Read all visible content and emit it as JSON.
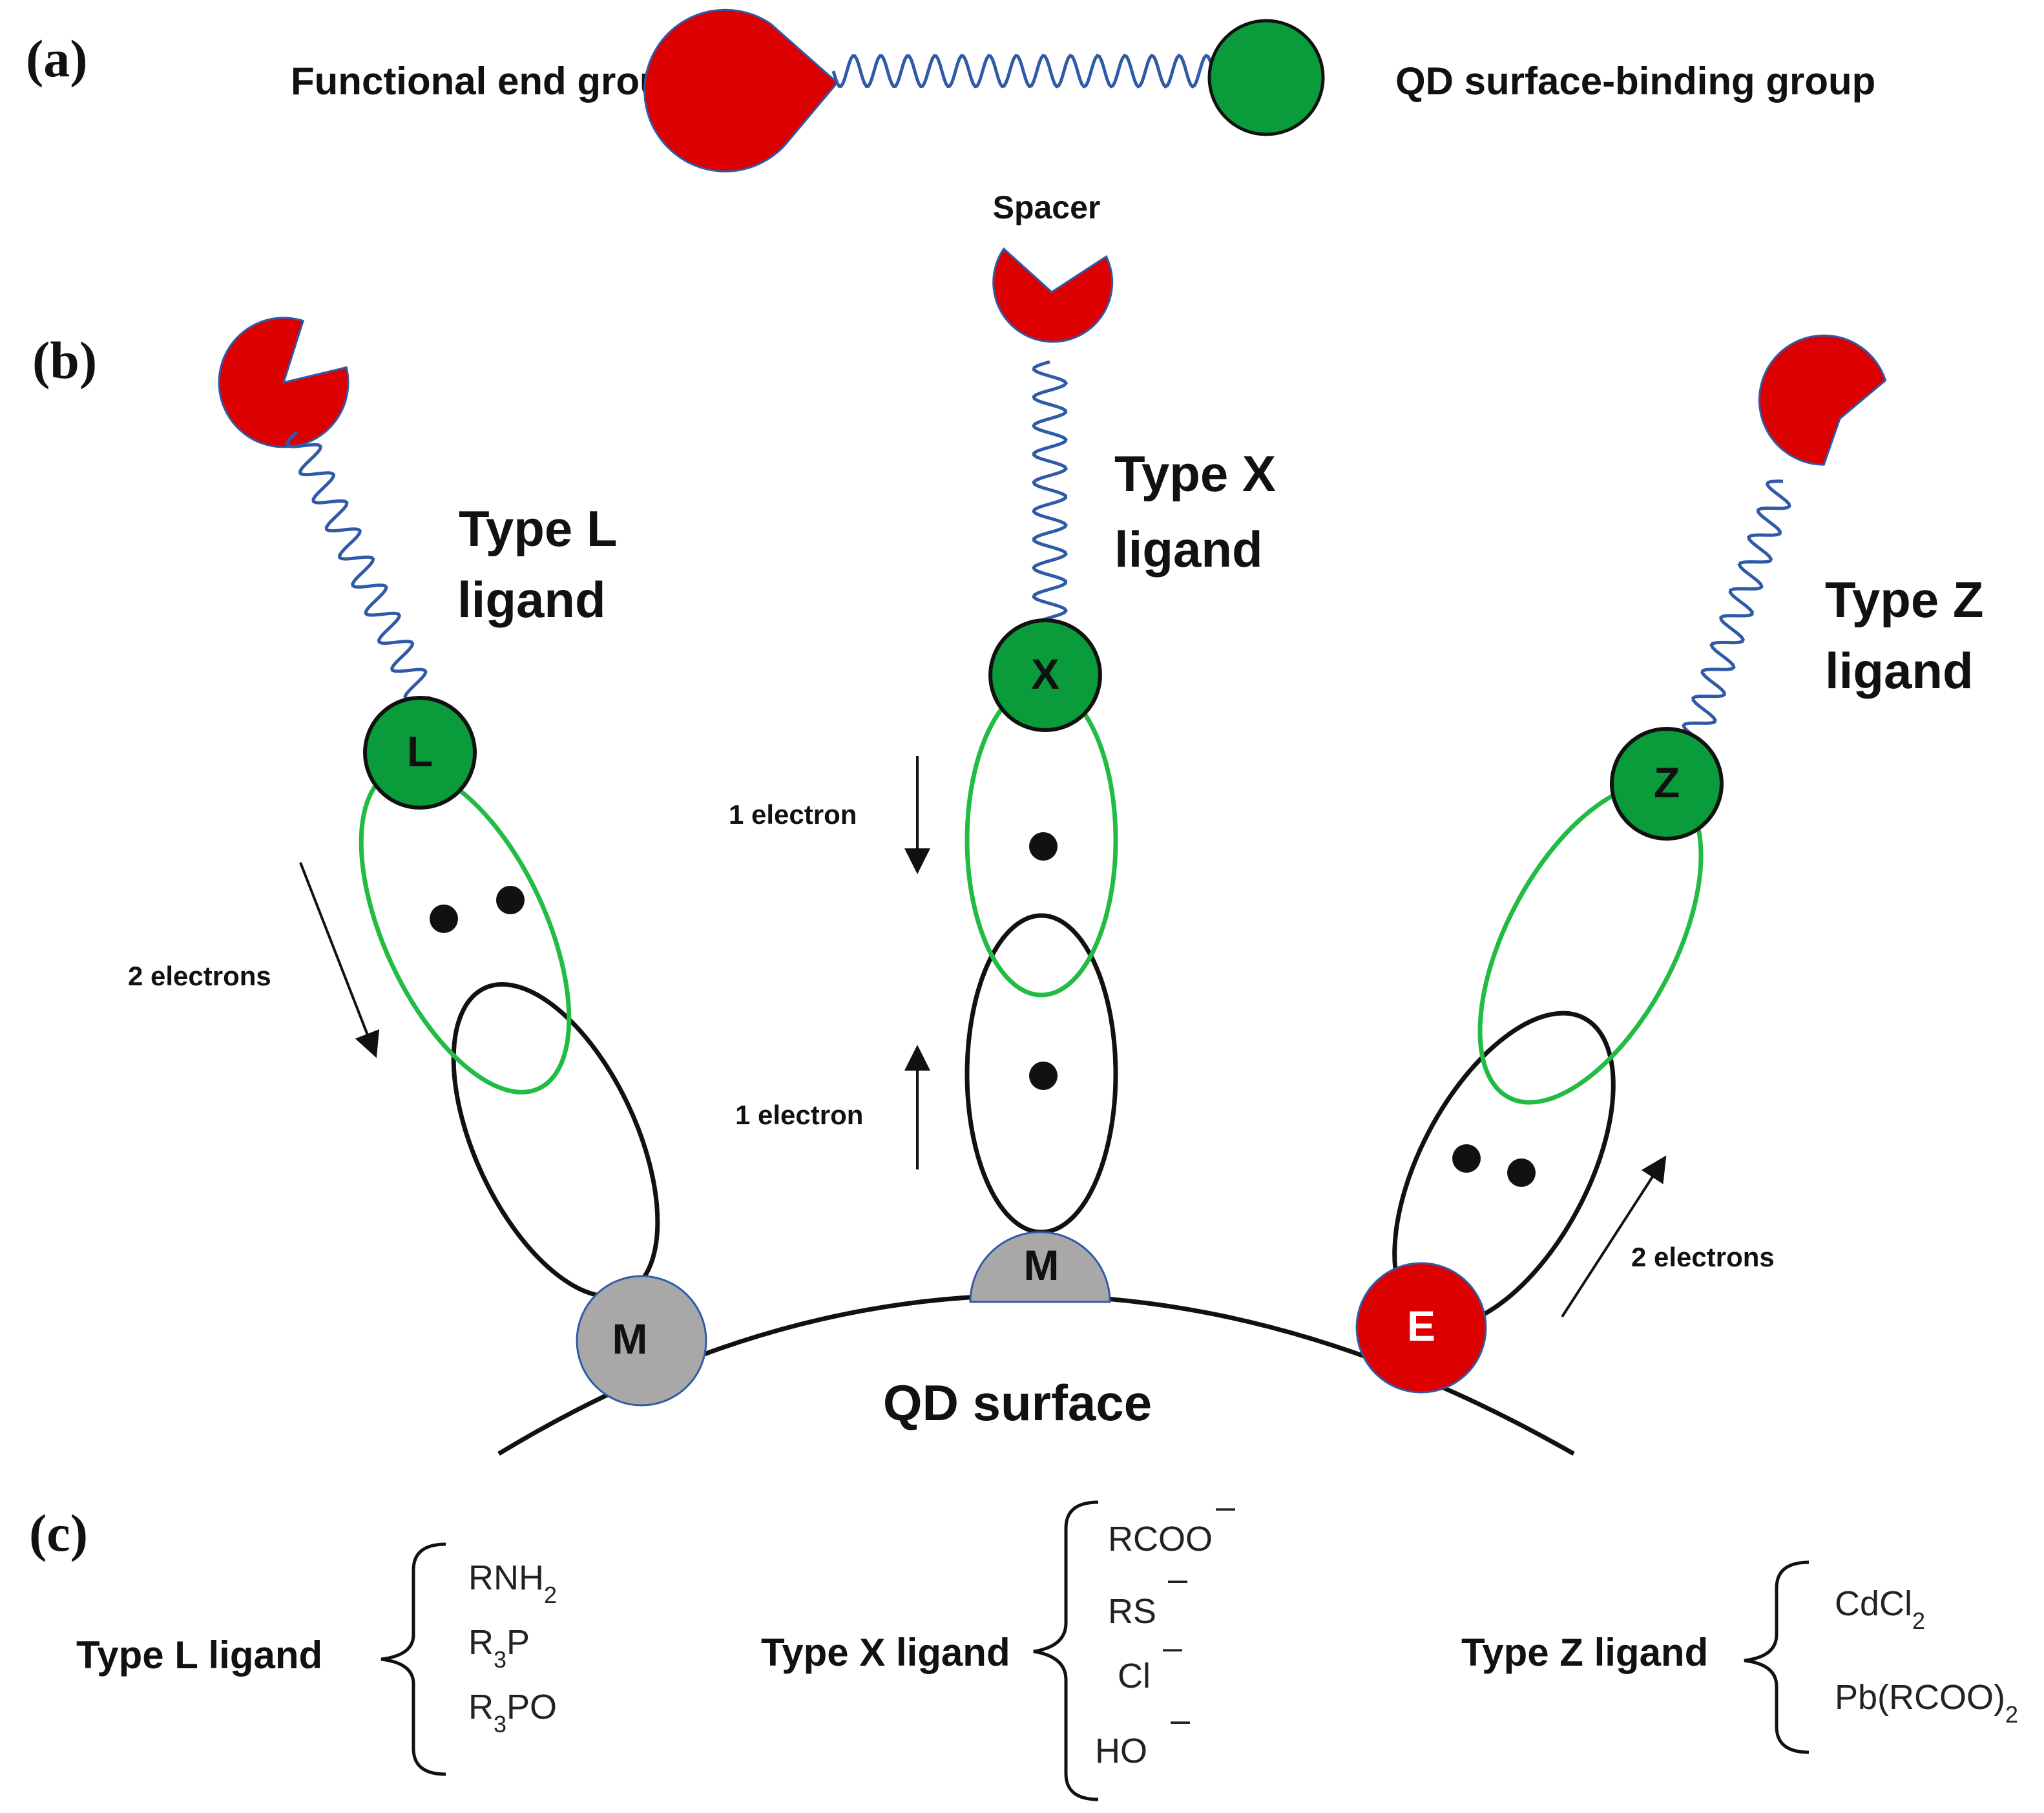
{
  "panels": {
    "a": "(a)",
    "b": "(b)",
    "c": "(c)"
  },
  "panel_a": {
    "functional_end_group": "Functional end group",
    "binding_group": "QD surface-binding group",
    "spacer": "Spacer"
  },
  "panel_b": {
    "type_l": {
      "line1": "Type L",
      "line2": "ligand",
      "site": "L",
      "metal": "M",
      "electrons": "2 electrons"
    },
    "type_x": {
      "line1": "Type X",
      "line2": "ligand",
      "site": "X",
      "metal": "M",
      "electrons_top": "1 electron",
      "electrons_bottom": "1 electron"
    },
    "type_z": {
      "line1": "Type Z",
      "line2": "ligand",
      "site": "Z",
      "metal": "E",
      "electrons": "2 electrons"
    },
    "surface": "QD surface"
  },
  "panel_c": {
    "type_l": {
      "label": "Type L ligand",
      "items": [
        {
          "p": [
            "R",
            "NH",
            "2",
            ""
          ]
        },
        {
          "p": [
            "R",
            "3",
            "P",
            ""
          ]
        },
        {
          "p": [
            "R",
            "3",
            "PO",
            ""
          ]
        }
      ]
    },
    "type_x": {
      "label": "Type X ligand",
      "items": [
        "RCOO",
        "RS",
        "Cl",
        "HO"
      ],
      "charge": "‒"
    },
    "type_z": {
      "label": "Type Z ligand",
      "items": [
        {
          "main": "CdCl",
          "sub": "2"
        },
        {
          "main": "Pb(RCOO)",
          "sub": "2"
        }
      ]
    }
  },
  "colors": {
    "head_red": "#dd0000",
    "binder_green": "#0a9b3a",
    "ring_green": "#22bb44",
    "spacer_blue": "#2f5aa8",
    "metal_gray": "#a8a8a8",
    "e_red": "#dd0000"
  }
}
